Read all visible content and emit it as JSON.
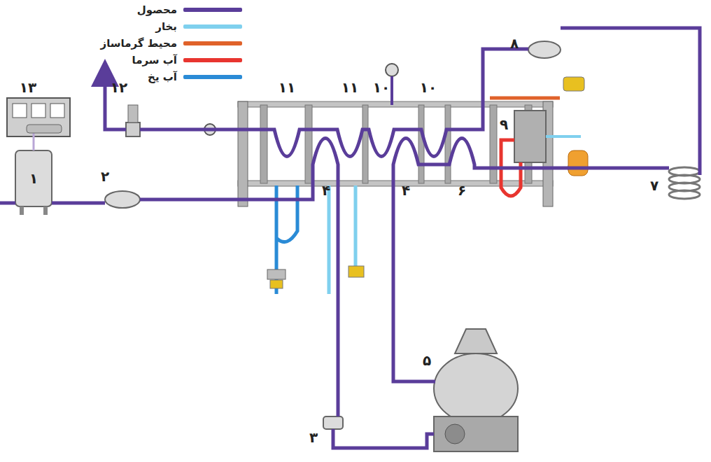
{
  "diagram": {
    "labels": [
      "۱",
      "۲",
      "۳",
      "۴",
      "۴",
      "۵",
      "۶",
      "۷",
      "۸",
      "۹",
      "۱۰",
      "۱۰",
      "۱۱",
      "۱۱",
      "۱۲",
      "۱۳"
    ],
    "legend": [
      {
        "text": "محصول",
        "color": "#5a3d9a"
      },
      {
        "text": "بخار",
        "color": "#7fd0ee"
      },
      {
        "text": "محیط گرماساز",
        "color": "#e0622a"
      },
      {
        "text": "آب سرما",
        "color": "#e8352f"
      },
      {
        "text": "آب یخ",
        "color": "#2a8bd6"
      }
    ]
  }
}
